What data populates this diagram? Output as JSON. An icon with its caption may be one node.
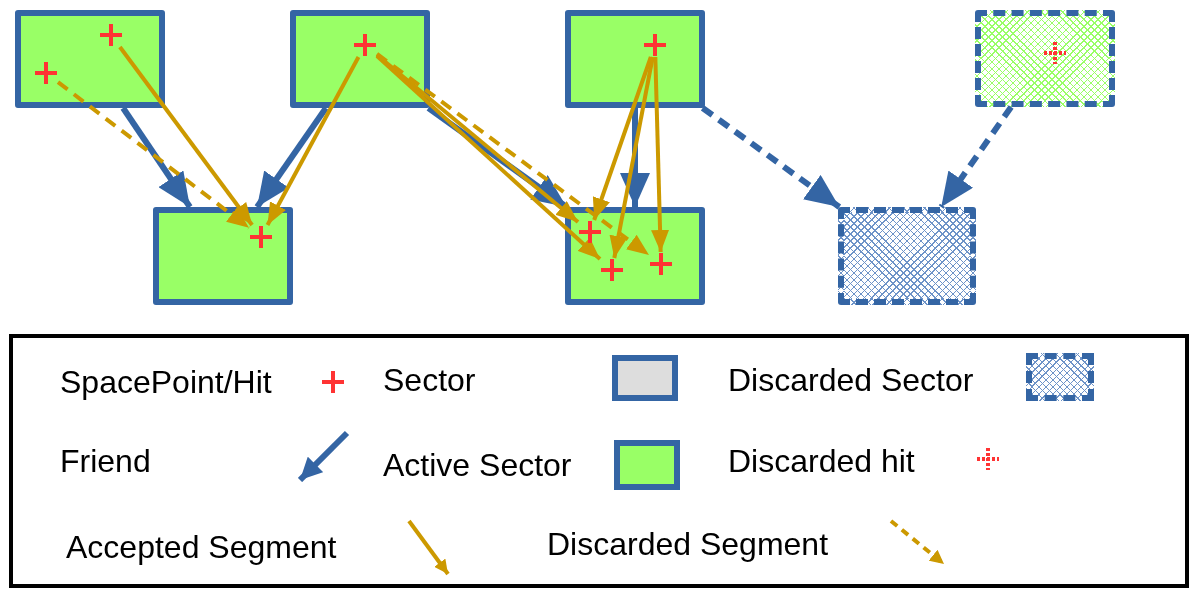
{
  "diagram": {
    "nodes": [
      {
        "text": [],
        "shape": "box"
      },
      {
        "text": [],
        "shape": "box"
      },
      {
        "text": [],
        "shape": "box"
      },
      {
        "text": [],
        "shape": "box"
      },
      {
        "text": [],
        "shape": "box"
      },
      {
        "text": [],
        "shape": "box"
      },
      {
        "text": [],
        "shape": "box"
      },
      {
        "text": [],
        "shape": "cross",
        "in": 0
      },
      {
        "text": [],
        "shape": "cross",
        "in": 0
      },
      {
        "text": [],
        "shape": "cross",
        "in": 1
      },
      {
        "text": [],
        "shape": "cross",
        "in": 2
      },
      {
        "text": [],
        "shape": "cross",
        "in": 3
      },
      {
        "text": [],
        "shape": "cross",
        "in": 4
      },
      {
        "text": [],
        "shape": "cross",
        "in": 5
      },
      {
        "text": [],
        "shape": "cross",
        "in": 5
      },
      {
        "text": [],
        "shape": "cross",
        "in": 5
      }
    ],
    "edges": [
      {
        "from": 0,
        "to": 4,
        "arrow": "to",
        "color": "#3465a4"
      },
      {
        "from": 1,
        "to": 4,
        "arrow": "to",
        "color": "#3465a4"
      },
      {
        "from": 1,
        "to": 5,
        "arrow": "to",
        "color": "#3465a4"
      },
      {
        "from": 2,
        "to": 5,
        "arrow": "to",
        "color": "#3465a4"
      },
      {
        "from": 2,
        "to": 6,
        "arrow": "to",
        "style": "dashed",
        "color": "#3465a4"
      },
      {
        "from": 3,
        "to": 6,
        "arrow": "to",
        "style": "dashed",
        "color": "#3465a4"
      },
      {
        "from": 7,
        "to": 12,
        "arrow": "to",
        "style": "dashed"
      },
      {
        "from": 8,
        "to": 12,
        "arrow": "to"
      },
      {
        "from": 9,
        "to": 12,
        "arrow": "to"
      },
      {
        "from": 9,
        "to": 13,
        "arrow": "to"
      },
      {
        "from": 9,
        "to": 14,
        "arrow": "to"
      },
      {
        "from": 9,
        "to": 15,
        "arrow": "to",
        "style": "dashed"
      },
      {
        "from": 10,
        "to": 13,
        "arrow": "to"
      },
      {
        "from": 10,
        "to": 14,
        "arrow": "to"
      },
      {
        "from": 10,
        "to": 15,
        "arrow": "to"
      }
    ],
    "legend": [
      {
        "text": "SpacePoint/Hit"
      },
      {
        "text": "Sector"
      },
      {
        "text": "Discarded Sector"
      },
      {
        "text": "Friend"
      },
      {
        "text": "Active Sector"
      },
      {
        "text": "Discarded hit"
      },
      {
        "text": "Accepted Segment"
      },
      {
        "text": "Discarded Segment"
      }
    ]
  }
}
